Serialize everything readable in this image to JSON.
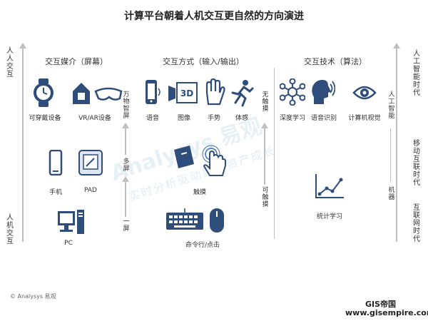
{
  "title": "计算平台朝着人机交互更自然的方向演进",
  "left_axis": {
    "top": "人人交互",
    "bottom": "人机交互"
  },
  "right_axis": {
    "top": "人工智能时代",
    "middle": "移动互联时代",
    "bottom": "互联网时代"
  },
  "sections": {
    "media": "交互媒介（屏幕）",
    "method": "交互方式（输入/输出）",
    "tech": "交互技术（算法）"
  },
  "stage_labels": {
    "wanwu": "万物智屏",
    "duoping": "多屏",
    "yiping": "一屏",
    "wudongjie": "无触摸",
    "kechumo": "可触摸",
    "rengong": "人工智能",
    "jiqi": "机器"
  },
  "items": {
    "wearable": "可穿戴设备",
    "vrar": "VR/AR设备",
    "voice": "语音",
    "image": "图像",
    "gesture": "手势",
    "body": "体感",
    "deep_learning": "深度学习",
    "speech_recog": "语音识别",
    "vision": "计算机视觉",
    "phone": "手机",
    "pad": "PAD",
    "touch": "触摸",
    "stats": "统计学习",
    "pc": "PC",
    "cmd": "命令行/点击"
  },
  "watermark": {
    "logo": "Analysys 易观",
    "slogan": "实时分析驱动用户资产成长"
  },
  "footer": {
    "copyright": "© Analysys 易观",
    "gis_brand": "GIS帝国",
    "gis_url": "www.gisempire.com"
  },
  "colors": {
    "icon": "#2e4d7a",
    "arrow": "#bfbfbf",
    "accent": "#3f6fb0"
  }
}
